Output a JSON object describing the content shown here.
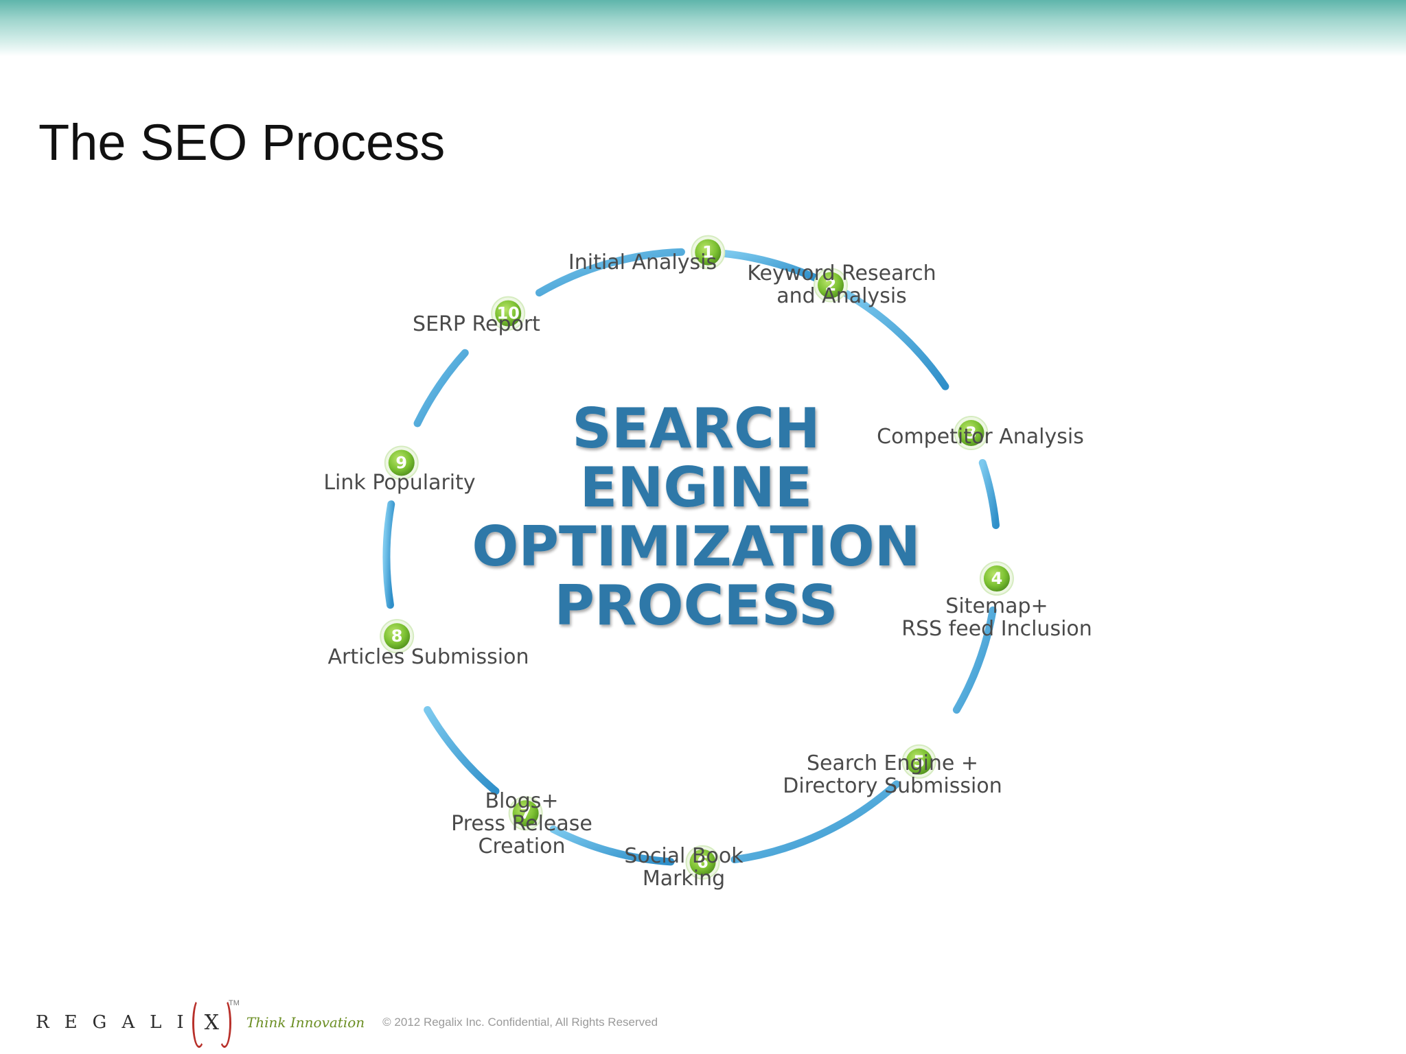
{
  "slide": {
    "title": "The SEO Process"
  },
  "diagram": {
    "center_lines": [
      "SEARCH",
      "ENGINE",
      "OPTIMIZATION",
      "PROCESS"
    ],
    "steps": [
      {
        "num": "1",
        "lines": [
          "Initial Analysis"
        ]
      },
      {
        "num": "2",
        "lines": [
          "Keyword Research",
          "and Analysis"
        ]
      },
      {
        "num": "3",
        "lines": [
          "Competitor Analysis"
        ]
      },
      {
        "num": "4",
        "lines": [
          "Sitemap+",
          "RSS feed Inclusion"
        ]
      },
      {
        "num": "5",
        "lines": [
          "Search Engine +",
          "Directory Submission"
        ]
      },
      {
        "num": "6",
        "lines": [
          "Social Book",
          "Marking"
        ]
      },
      {
        "num": "7",
        "lines": [
          "Blogs+",
          "Press Release",
          "Creation"
        ]
      },
      {
        "num": "8",
        "lines": [
          "Articles Submission"
        ]
      },
      {
        "num": "9",
        "lines": [
          "Link Popularity"
        ]
      },
      {
        "num": "10",
        "lines": [
          "SERP Report"
        ]
      }
    ],
    "colors": {
      "ring": "#4fb3e3",
      "badge": "#7cc132",
      "center_text": "#2e78a8"
    }
  },
  "footer": {
    "logo_letters": "REGALI",
    "logo_x": "X",
    "logo_tm": "TM",
    "tagline": "Think Innovation",
    "copyright": "© 2012 Regalix Inc. Confidential, All Rights Reserved"
  }
}
